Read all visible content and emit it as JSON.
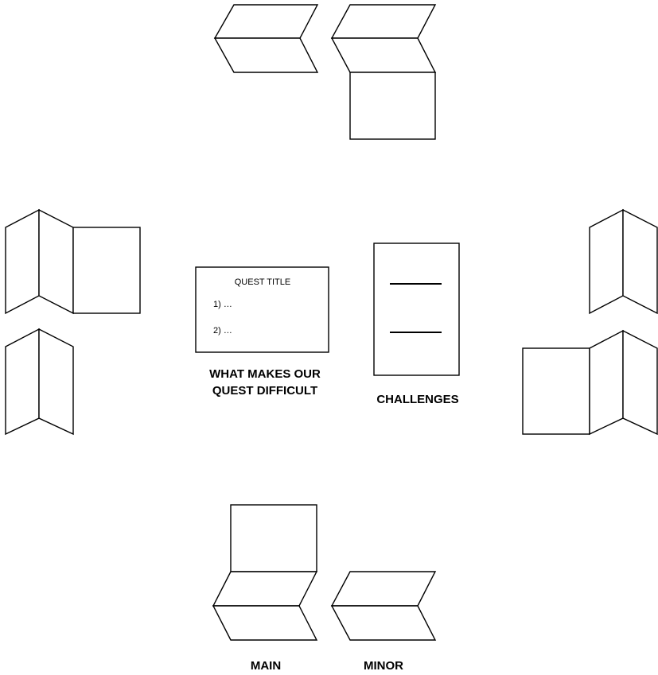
{
  "card": {
    "title": "QUEST TITLE",
    "line1": "1) …",
    "line2": "2) …"
  },
  "captions": {
    "quest_difficult_line1": "WHAT MAKES OUR",
    "quest_difficult_line2": "QUEST DIFFICULT",
    "challenges": "CHALLENGES",
    "main": "MAIN",
    "minor": "MINOR"
  }
}
